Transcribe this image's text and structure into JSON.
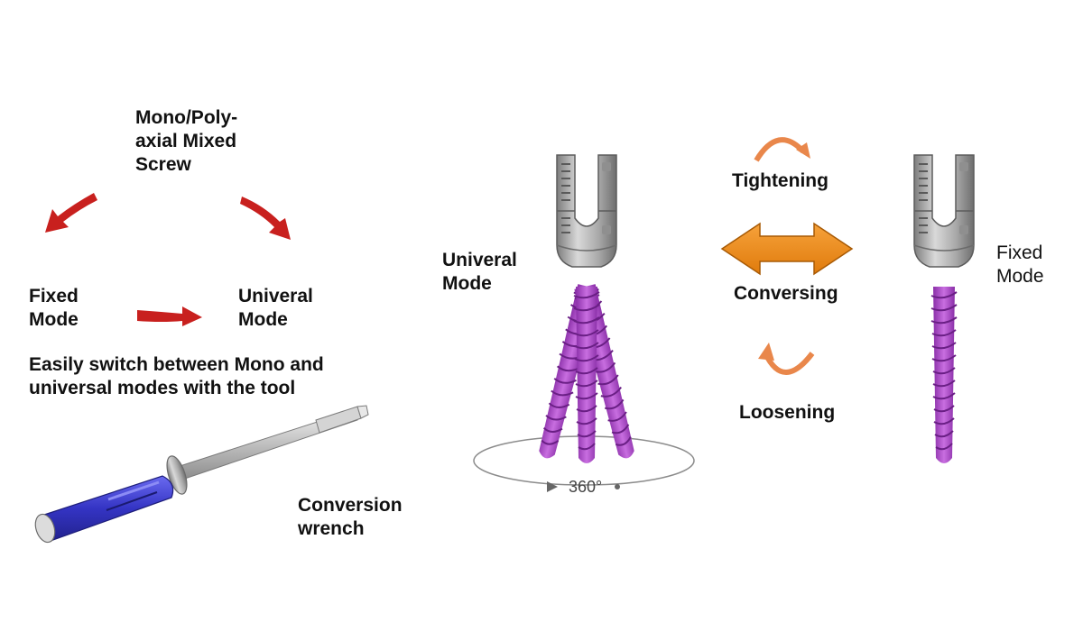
{
  "labels": {
    "mixed_screw": "Mono/Poly-\naxial Mixed\nScrew",
    "fixed_mode_left": "Fixed\nMode",
    "universal_mode_left": "Univeral\nMode",
    "switch_caption": "Easily switch between Mono and\nuniversal modes with the tool",
    "conversion_wrench": "Conversion\nwrench",
    "universal_mode_center": "Univeral\nMode",
    "tightening": "Tightening",
    "conversing": "Conversing",
    "loosening": "Loosening",
    "fixed_mode_right": "Fixed\nMode",
    "rotation": "360°"
  },
  "colors": {
    "red_arrow": "#c8201e",
    "orange_arrow": "#ef8a17",
    "orange_curve": "#e9874b",
    "screw_thread": "#b04fc8",
    "screw_head": "#a6a6a6",
    "wrench_handle": "#3f3fcf"
  },
  "icons": [
    "red-arrow-icon",
    "double-arrow-icon",
    "curved-arrow-icon",
    "screw-icon",
    "wrench-icon"
  ]
}
